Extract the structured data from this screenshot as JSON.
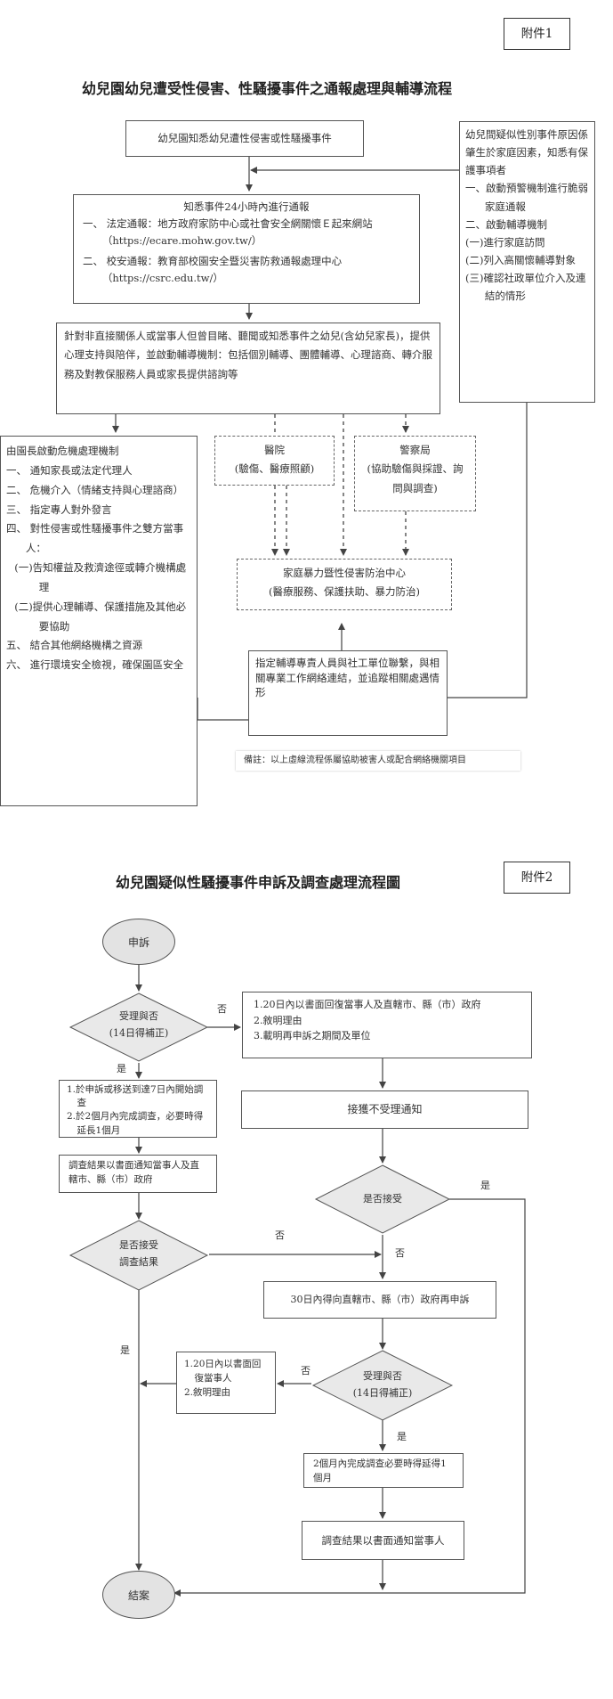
{
  "part1": {
    "tag": "附件1",
    "title": "幼兒園幼兒遭受性侵害、性騷擾事件之通報處理與輔導流程",
    "aware_box": "幼兒園知悉幼兒遭性侵害或性騷擾事件",
    "report_box": {
      "heading": "知悉事件24小時內進行通報",
      "line1_label": "一、 法定通報：",
      "line1_text": "地方政府家防中心或社會安全網關懷Ｅ起來網站（https://ecare.mohw.gov.tw/）",
      "line2_label": "二、 校安通報：",
      "line2_text": "教育部校園安全暨災害防救通報處理中心（https://csrc.edu.tw/）"
    },
    "support_box": "針對非直接關係人或當事人但曾目睹、聽聞或知悉事件之幼兒(含幼兒家長)，提供心理支持與陪伴，並啟動輔導機制：包括個別輔導、團體輔導、心理諮商、轉介服務及對教保服務人員或家長提供諮詢等",
    "right_box": {
      "intro": "幼兒間疑似性別事件原因係肇生於家庭因素，知悉有保護事項者",
      "items": [
        "一、啟動預警機制進行脆弱家庭通報",
        "二、啟動輔導機制",
        "(一)進行家庭訪問",
        "(二)列入高關懷輔導對象",
        "(三)確認社政單位介入及連結的情形"
      ]
    },
    "left_box": {
      "heading": "由園長啟動危機處理機制",
      "items": [
        "一、 通知家長或法定代理人",
        "二、 危機介入（情緒支持與心理諮商）",
        "三、 指定專人對外發言",
        "四、 對性侵害或性騷擾事件之雙方當事人：",
        "(一)告知權益及救濟途徑或轉介機構處理",
        "(二)提供心理輔導、保護措施及其他必要協助",
        "五、 結合其他網絡機構之資源",
        "六、 進行環境安全檢視，確保園區安全"
      ]
    },
    "hospital": {
      "name": "醫院",
      "detail": "(驗傷、醫療照顧)"
    },
    "police": {
      "name": "警察局",
      "detail": "(協助驗傷與採證、詢問與調查)"
    },
    "center": {
      "name": "家庭暴力暨性侵害防治中心",
      "detail": "(醫療服務、保護扶助、暴力防治)"
    },
    "designate_box": "指定輔導專責人員與社工單位聯繫，與相關專業工作網絡連結，並追蹤相關處遇情形",
    "note": "備註：以上虛線流程係屬協助被害人或配合網絡機關項目"
  },
  "part2": {
    "tag": "附件2",
    "title": "幼兒園疑似性騷擾事件申訴及調查處理流程圖",
    "start": "申訴",
    "d1": {
      "line1": "受理與否",
      "line2": "(14日得補正)"
    },
    "no_box": [
      "1.20日內以書面回復當事人及直轄市、縣（市）政府",
      "2.敘明理由",
      "3.載明再申訴之期間及單位"
    ],
    "accept_box": [
      "1.於申訴或移送到達7日內開始調查",
      "2.於2個月內完成調查，必要時得延長1個月"
    ],
    "notify_box": "調查結果以書面通知當事人及直轄市、縣（市）政府",
    "d_accept_result": {
      "line1": "是否接受",
      "line2": "調查結果"
    },
    "not_accept_notice": "接獲不受理通知",
    "d_accept": "是否接受",
    "reappeal_box": "30日內得向直轄市、縣（市）政府再申訴",
    "d2": {
      "line1": "受理與否",
      "line2": "(14日得補正)"
    },
    "reply_box": [
      "1.20日內以書面回復當事人",
      "2.敘明理由"
    ],
    "complete_box": "2個月內完成調查必要時得延得1個月",
    "result_box": "調查結果以書面通知當事人",
    "end": "結案",
    "labels": {
      "yes": "是",
      "no": "否"
    }
  }
}
